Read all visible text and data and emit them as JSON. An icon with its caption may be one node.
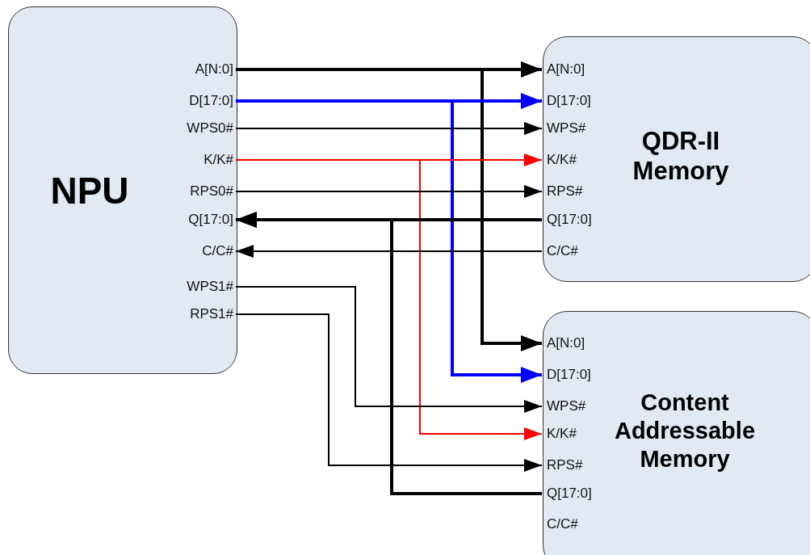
{
  "diagram": {
    "nodes": [
      {
        "text": [
          "NPU"
        ]
      },
      {
        "text": [
          "A[N:0]"
        ],
        "in": 0
      },
      {
        "text": [
          "D[17:0]"
        ],
        "in": 0
      },
      {
        "text": [
          "WPS0#"
        ],
        "in": 0
      },
      {
        "text": [
          "K/K#"
        ],
        "in": 0
      },
      {
        "text": [
          "RPS0#"
        ],
        "in": 0
      },
      {
        "text": [
          "Q[17:0]"
        ],
        "in": 0
      },
      {
        "text": [
          "C/C#"
        ],
        "in": 0
      },
      {
        "text": [
          "WPS1#"
        ],
        "in": 0
      },
      {
        "text": [
          "RPS1#"
        ],
        "in": 0
      },
      {
        "text": [
          "QDR-II Memory"
        ]
      },
      {
        "text": [
          "A[N:0]"
        ],
        "in": 10
      },
      {
        "text": [
          "D[17:0]"
        ],
        "in": 10
      },
      {
        "text": [
          "WPS#"
        ],
        "in": 10
      },
      {
        "text": [
          "K/K#"
        ],
        "in": 10
      },
      {
        "text": [
          "RPS#"
        ],
        "in": 10
      },
      {
        "text": [
          "Q[17:0]"
        ],
        "in": 10
      },
      {
        "text": [
          "C/C#"
        ],
        "in": 10
      },
      {
        "text": [
          "Content Addressable Memory"
        ]
      },
      {
        "text": [
          "A[N:0]"
        ],
        "in": 18
      },
      {
        "text": [
          "D[17:0]"
        ],
        "in": 18
      },
      {
        "text": [
          "WPS#"
        ],
        "in": 18
      },
      {
        "text": [
          "K/K#"
        ],
        "in": 18
      },
      {
        "text": [
          "RPS#"
        ],
        "in": 18
      },
      {
        "text": [
          "Q[17:0]"
        ],
        "in": 18
      },
      {
        "text": [
          "C/C#"
        ],
        "in": 18
      }
    ],
    "edges": [
      {
        "from": 1,
        "to": 11,
        "arrow": "to",
        "style": "thick"
      },
      {
        "from": 1,
        "to": 19,
        "arrow": "to",
        "style": "thick"
      },
      {
        "from": 2,
        "to": 12,
        "arrow": "to",
        "style": "thick",
        "color": "#0000ff"
      },
      {
        "from": 2,
        "to": 20,
        "arrow": "to",
        "style": "thick",
        "color": "#0000ff"
      },
      {
        "from": 3,
        "to": 13,
        "arrow": "to"
      },
      {
        "from": 4,
        "to": 14,
        "arrow": "to",
        "color": "#ff0000"
      },
      {
        "from": 4,
        "to": 22,
        "arrow": "to",
        "color": "#ff0000"
      },
      {
        "from": 5,
        "to": 15,
        "arrow": "to"
      },
      {
        "from": 16,
        "to": 6,
        "arrow": "to",
        "style": "thick"
      },
      {
        "from": 24,
        "to": 6,
        "arrow": "to",
        "style": "thick"
      },
      {
        "from": 17,
        "to": 7,
        "arrow": "to"
      },
      {
        "from": 8,
        "to": 21,
        "arrow": "to"
      },
      {
        "from": 9,
        "to": 23,
        "arrow": "to"
      }
    ]
  }
}
